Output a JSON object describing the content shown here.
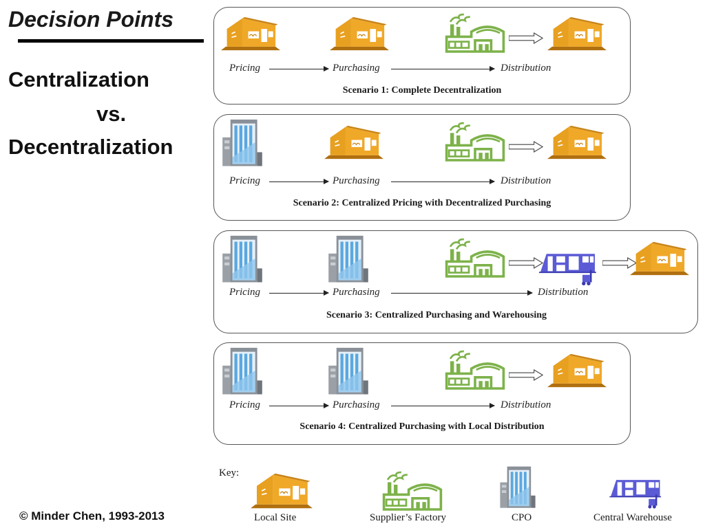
{
  "title": "Decision Points",
  "heading": {
    "line1": "Centralization",
    "line2": "vs.",
    "line3": "Decentralization"
  },
  "flow_labels": {
    "pricing": "Pricing",
    "purchasing": "Purchasing",
    "distribution": "Distribution"
  },
  "scenarios": [
    {
      "caption": "Scenario 1: Complete Decentralization"
    },
    {
      "caption": "Scenario 2: Centralized Pricing with Decentralized Purchasing"
    },
    {
      "caption": "Scenario 3: Centralized Purchasing and Warehousing"
    },
    {
      "caption": "Scenario 4: Centralized Purchasing with Local Distribution"
    }
  ],
  "key": {
    "title": "Key:",
    "items": [
      {
        "label": "Local Site",
        "icon": "local-site-icon"
      },
      {
        "label": "Supplier’s Factory",
        "icon": "factory-icon"
      },
      {
        "label": "CPO",
        "icon": "cpo-building-icon"
      },
      {
        "label": "Central Warehouse",
        "icon": "warehouse-icon"
      }
    ]
  },
  "colors": {
    "local_site": "#E8A020",
    "factory": "#7DB24A",
    "cpo": "#8A9098",
    "warehouse": "#5B5BD6"
  },
  "copyright": "© Minder Chen, 1993-2013"
}
